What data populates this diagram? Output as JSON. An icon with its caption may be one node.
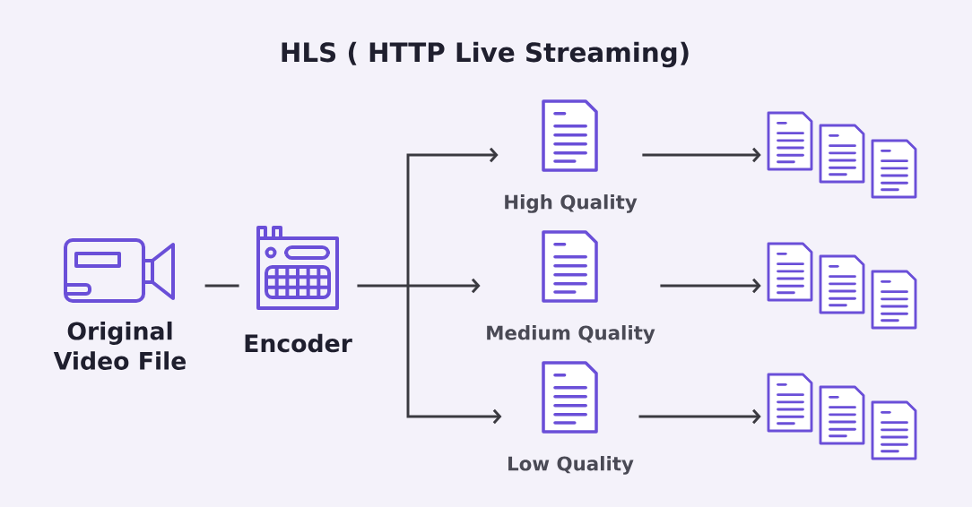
{
  "diagram": {
    "title": "HLS ( HTTP Live Streaming)",
    "nodes": [
      {
        "text": [
          "Original Video File"
        ]
      },
      {
        "text": [
          "Encoder"
        ]
      },
      {
        "text": [
          "High Quality"
        ]
      },
      {
        "text": [
          "Medium Quality"
        ]
      },
      {
        "text": [
          "Low Quality"
        ]
      },
      {
        "text": [],
        "shape": "document"
      },
      {
        "text": [],
        "shape": "document"
      },
      {
        "text": [],
        "shape": "document"
      }
    ],
    "edges": [
      {
        "from": 0,
        "to": 1,
        "arrow": "none"
      },
      {
        "from": 1,
        "to": 2,
        "arrow": "to"
      },
      {
        "from": 1,
        "to": 3,
        "arrow": "to"
      },
      {
        "from": 1,
        "to": 4,
        "arrow": "to"
      },
      {
        "from": 2,
        "to": 5,
        "arrow": "to"
      },
      {
        "from": 3,
        "to": 6,
        "arrow": "to"
      },
      {
        "from": 4,
        "to": 7,
        "arrow": "to"
      }
    ]
  }
}
